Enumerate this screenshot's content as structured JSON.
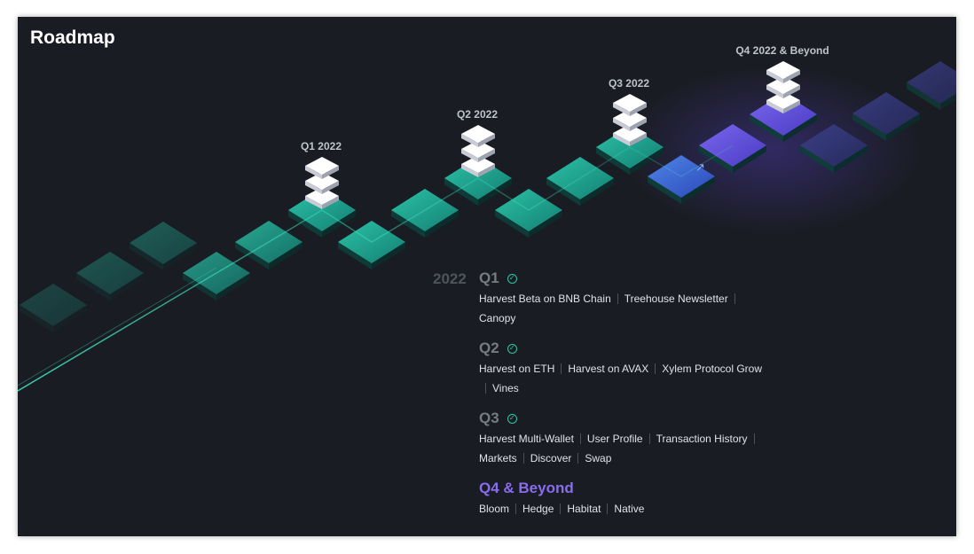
{
  "page": {
    "title": "Roadmap"
  },
  "milestones": [
    {
      "label": "Q1 2022"
    },
    {
      "label": "Q2 2022"
    },
    {
      "label": "Q3 2022"
    },
    {
      "label": "Q4 2022 & Beyond"
    }
  ],
  "roadmap": {
    "year": "2022",
    "quarters": [
      {
        "title": "Q1",
        "completed": true,
        "items": [
          "Harvest Beta on BNB Chain",
          "Treehouse Newsletter",
          "Canopy"
        ]
      },
      {
        "title": "Q2",
        "completed": true,
        "items": [
          "Harvest on ETH",
          "Harvest on AVAX",
          "Xylem Protocol Grow",
          "Vines"
        ]
      },
      {
        "title": "Q3",
        "completed": true,
        "items": [
          "Harvest Multi-Wallet",
          "User Profile",
          "Transaction History",
          "Markets",
          "Discover",
          "Swap"
        ]
      },
      {
        "title": "Q4 & Beyond",
        "completed": false,
        "items": [
          "Bloom",
          "Hedge",
          "Habitat",
          "Native"
        ]
      }
    ]
  },
  "colors": {
    "background": "#1a1c23",
    "tile_teal": "#1f9f8f",
    "tile_blue": "#3f63d6",
    "tile_purple": "#6553d8",
    "accent_purple": "#8a6cf0",
    "check_green": "#2fc6a6"
  },
  "icons": {
    "milestone": "stacked-chevron-up-icon",
    "check": "check-circle-icon"
  }
}
